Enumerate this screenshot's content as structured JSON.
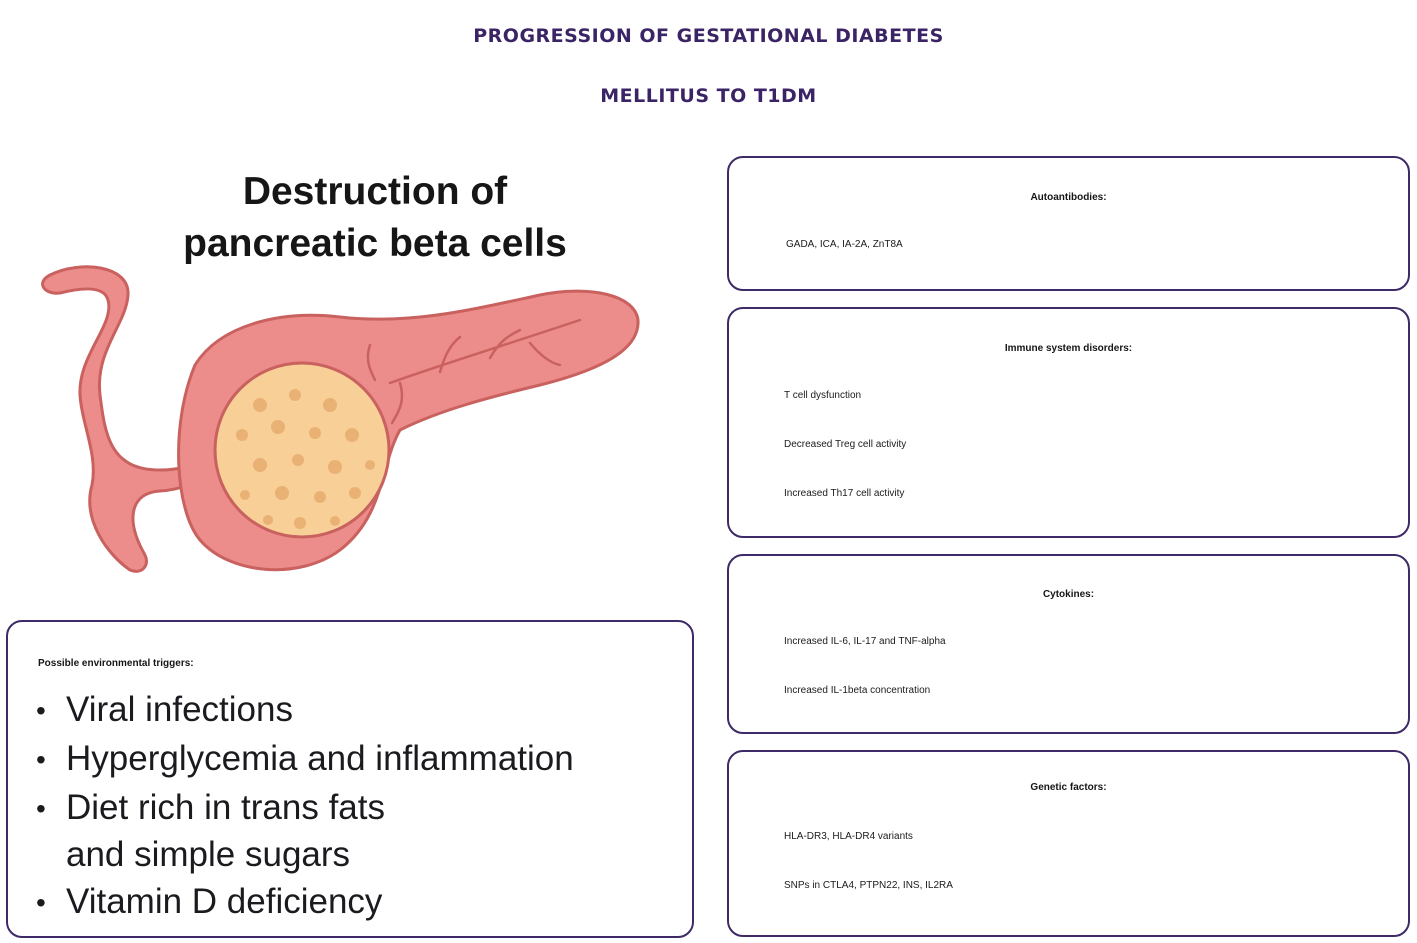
{
  "title": {
    "line1": "PROGRESSION OF GESTATIONAL DIABETES",
    "line2": "MELLITUS TO T1DM"
  },
  "pancreas": {
    "heading_line1": "Destruction of",
    "heading_line2": "pancreatic beta cells",
    "colors": {
      "organ_fill": "#ec8d8b",
      "organ_stroke": "#c9615f",
      "islet_fill": "#f7cf97",
      "islet_dots": "#eab174"
    }
  },
  "environmental_triggers": {
    "heading": "Possible environmental triggers:",
    "bullet": "•",
    "items": [
      {
        "lines": [
          "Viral infections"
        ]
      },
      {
        "lines": [
          "Hyperglycemia and inflammation"
        ]
      },
      {
        "lines": [
          "Diet rich in trans fats",
          "and simple sugars"
        ]
      },
      {
        "lines": [
          "Vitamin D deficiency"
        ]
      }
    ]
  },
  "boxes": {
    "autoantibodies": {
      "heading": "Autoantibodies:",
      "lines": [
        "GADA, ICA, IA-2A, ZnT8A"
      ]
    },
    "immune": {
      "heading": "Immune system disorders:",
      "lines": [
        "T cell dysfunction",
        "Decreased Treg cell activity",
        "Increased Th17 cell activity"
      ]
    },
    "cytokines": {
      "heading": "Cytokines:",
      "lines": [
        "Increased IL-6, IL-17 and TNF-alpha",
        "Increased IL-1beta concentration"
      ]
    },
    "genetic": {
      "heading": "Genetic factors:",
      "lines": [
        "HLA-DR3, HLA-DR4 variants",
        "SNPs in CTLA4, PTPN22, INS, IL2RA"
      ]
    }
  },
  "colors": {
    "title": "#3b2466",
    "box_border": "#3d2a66"
  }
}
